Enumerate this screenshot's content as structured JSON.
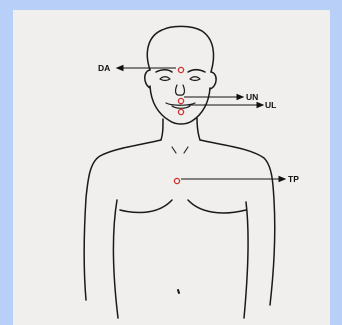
{
  "diagram": {
    "points": [
      {
        "id": "DA",
        "label": "DA"
      },
      {
        "id": "UN",
        "label": "UN"
      },
      {
        "id": "UL",
        "label": "UL"
      },
      {
        "id": "TP",
        "label": "TP"
      }
    ],
    "colors": {
      "background": "#b8d0f8",
      "paper": "#f1efed",
      "ink": "#111111",
      "marker": "#d0302c"
    }
  }
}
